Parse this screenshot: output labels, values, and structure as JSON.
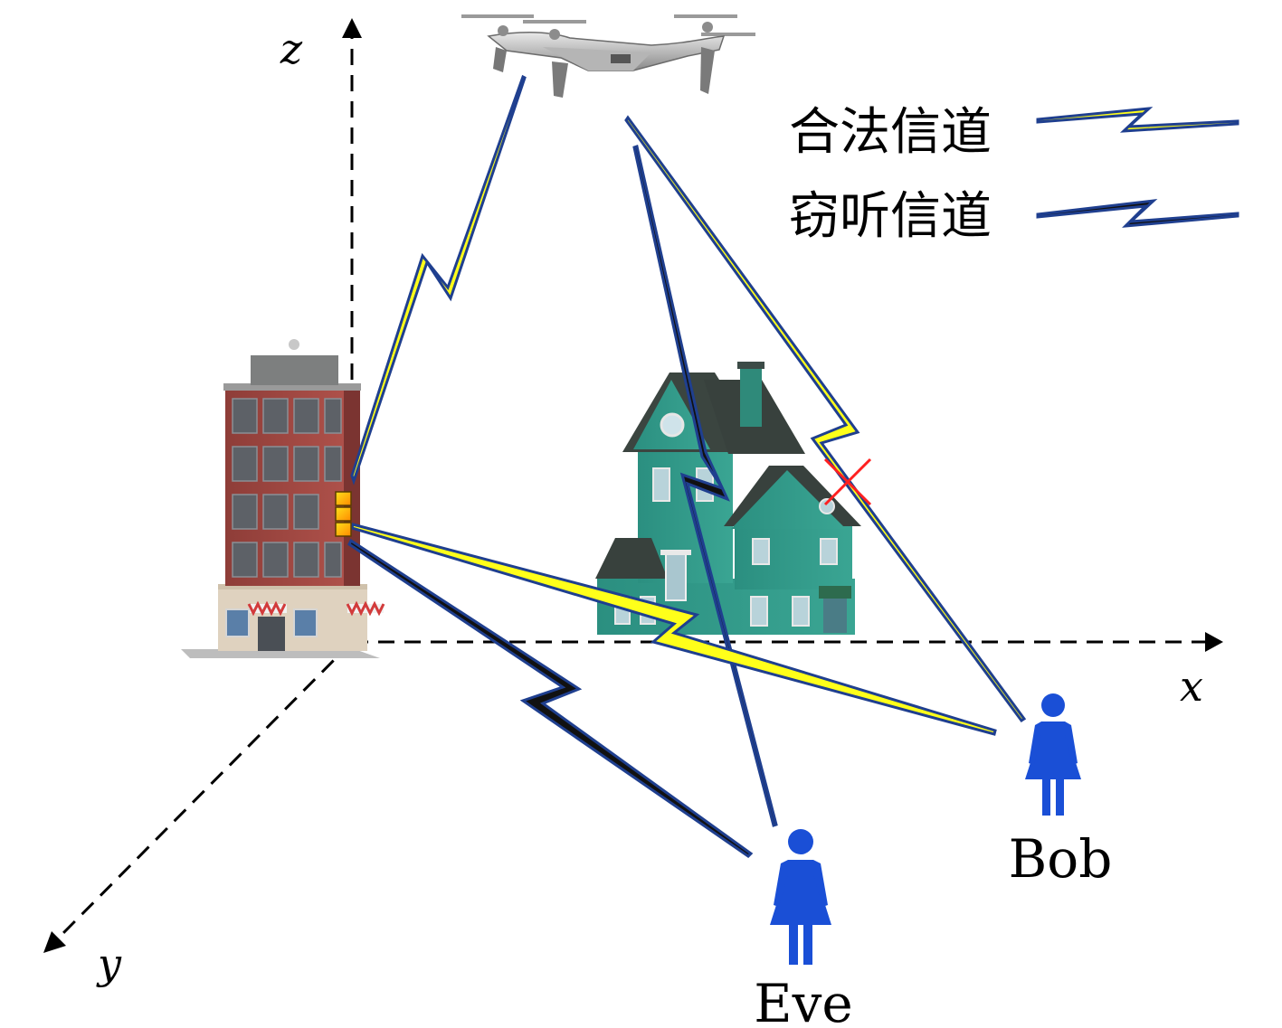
{
  "axes": {
    "x_label": "x",
    "y_label": "y",
    "z_label": "z"
  },
  "legend": [
    {
      "label": "合法信道",
      "fill": "#ffff1a"
    },
    {
      "label": "窃听信道",
      "fill": "#111111"
    }
  ],
  "people": {
    "eve": "Eve",
    "bob": "Bob"
  },
  "colors": {
    "legit_fill": "#ffff1a",
    "eaves_fill": "#111111",
    "outline": "#1f3f8f",
    "person": "#1a4fd6",
    "block": "#ff2020"
  },
  "icons": [
    "uav-drone-icon",
    "building-icon",
    "irs-panel-icon",
    "house-icon",
    "person-icon",
    "block-cross-icon"
  ]
}
